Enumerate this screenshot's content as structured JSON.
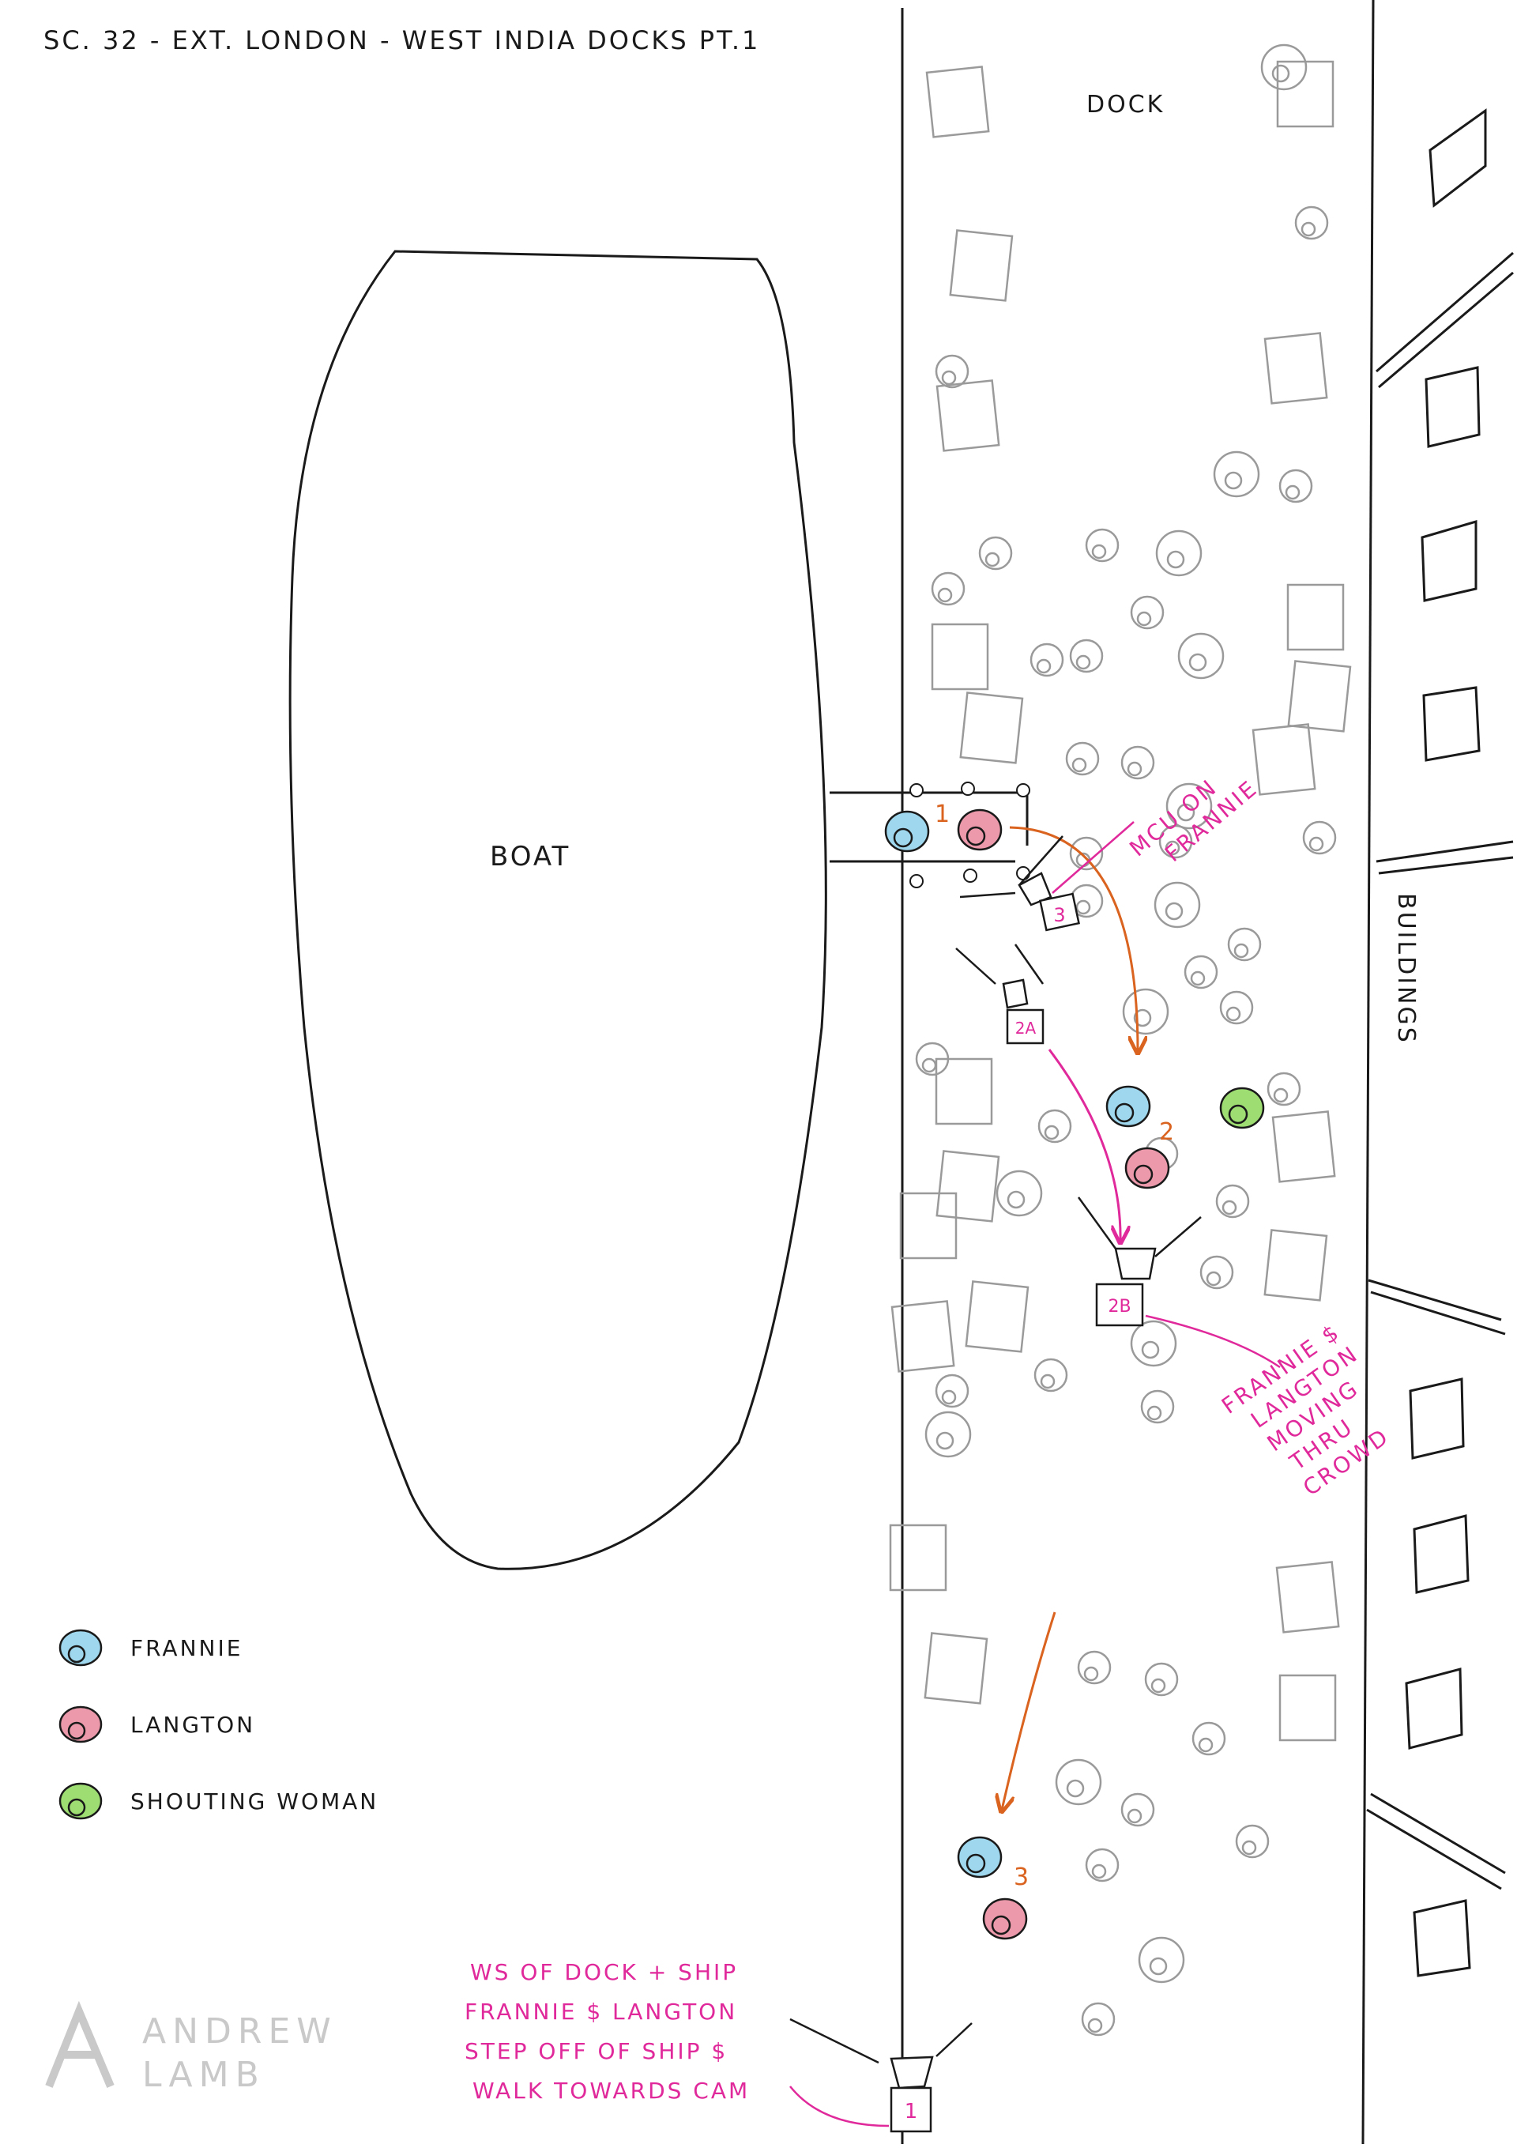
{
  "title": "SC. 32 - EXT. LONDON - WEST INDIA DOCKS PT.1",
  "areas": {
    "dock": "DOCK",
    "boat": "BOAT",
    "buildings": "BUILDINGS"
  },
  "legend": [
    {
      "label": "FRANNIE",
      "color": "#9fd8ee"
    },
    {
      "label": "LANGTON",
      "color": "#ec9aab"
    },
    {
      "label": "SHOUTING WOMAN",
      "color": "#9edd72"
    }
  ],
  "positions": [
    "1",
    "2",
    "3"
  ],
  "cameras": [
    "1",
    "2A",
    "2B",
    "3"
  ],
  "notes": {
    "mcu": [
      "MCU ON",
      "FRANNIE"
    ],
    "moving": [
      "FRANNIE $",
      "LANGTON",
      "MOVING",
      "THRU",
      "CROWD"
    ],
    "ws": [
      "WS OF DOCK + SHIP",
      "FRANNIE $ LANGTON",
      "STEP OFF OF SHIP $",
      "WALK TOWARDS CAM"
    ]
  },
  "watermark": [
    "ANDREW",
    "LAMB"
  ],
  "colors": {
    "ink": "#1a1a1a",
    "pencil": "#9a9a9a",
    "magenta": "#e0299b",
    "orange": "#d9631f",
    "frannie": "#9fd8ee",
    "langton": "#ec9aab",
    "woman": "#9edd72",
    "watermark": "#c9c9c9"
  }
}
